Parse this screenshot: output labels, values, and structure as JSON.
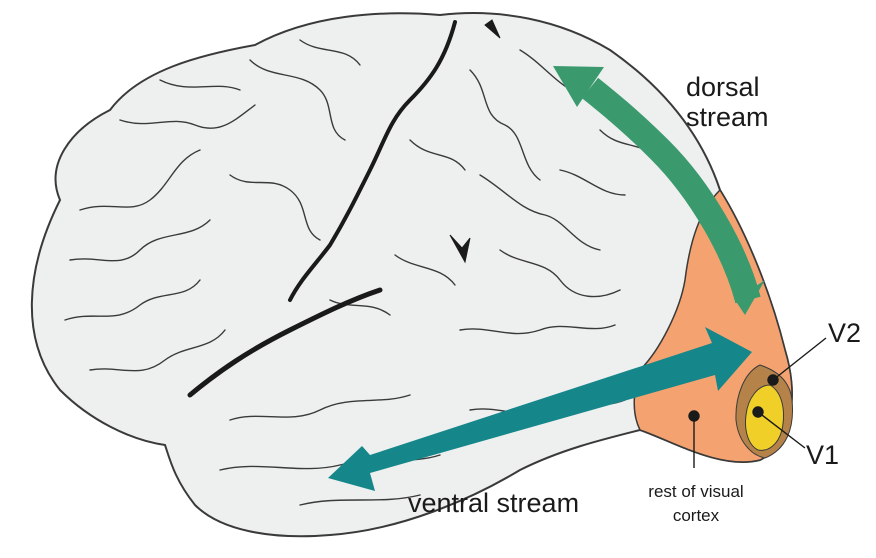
{
  "diagram": {
    "labels": {
      "dorsal_line1": "dorsal",
      "dorsal_line2": "stream",
      "ventral": "ventral stream",
      "v2": "V2",
      "v1": "V1",
      "rest_line1": "rest of visual",
      "rest_line2": "cortex"
    },
    "colors": {
      "brain_fill": "#eeefef",
      "brain_outline": "#3a3a3a",
      "sulcus_dark": "#1a1a1a",
      "visual_cortex": "#f4a370",
      "v2_region": "#b5824a",
      "v1_region": "#f0d028",
      "dorsal_arrow": "#3a9a6e",
      "ventral_arrow": "#15878a"
    }
  }
}
